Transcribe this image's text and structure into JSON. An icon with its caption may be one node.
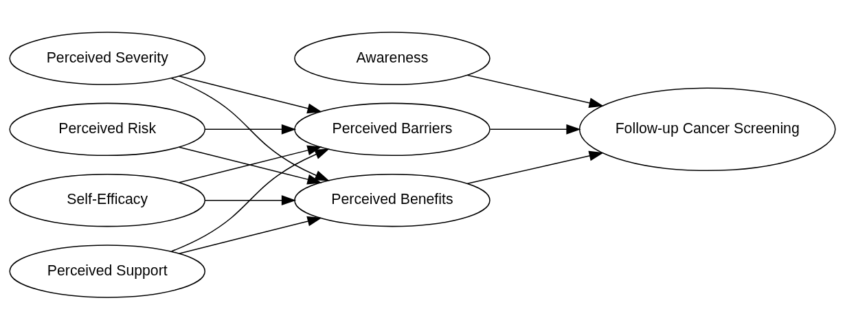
{
  "diagram": {
    "nodes": [
      {
        "text": [
          "Self-Efficacy"
        ]
      },
      {
        "text": [
          "Perceived Support"
        ]
      },
      {
        "text": [
          "Perceived Severity"
        ]
      },
      {
        "text": [
          "Perceived Risk"
        ]
      },
      {
        "text": [
          "Awareness"
        ]
      },
      {
        "text": [
          "Perceived Benefits"
        ]
      },
      {
        "text": [
          "Perceived Barriers"
        ]
      },
      {
        "text": [
          "Follow-up Cancer Screening"
        ]
      }
    ],
    "edges": [
      {
        "from": 0,
        "to": 5,
        "arrow": "to"
      },
      {
        "from": 0,
        "to": 6,
        "arrow": "to"
      },
      {
        "from": 1,
        "to": 5,
        "arrow": "to"
      },
      {
        "from": 1,
        "to": 6,
        "arrow": "to"
      },
      {
        "from": 2,
        "to": 5,
        "arrow": "to"
      },
      {
        "from": 2,
        "to": 6,
        "arrow": "to"
      },
      {
        "from": 3,
        "to": 5,
        "arrow": "to"
      },
      {
        "from": 3,
        "to": 6,
        "arrow": "to"
      },
      {
        "from": 5,
        "to": 7,
        "arrow": "to"
      },
      {
        "from": 6,
        "to": 7,
        "arrow": "to"
      },
      {
        "from": 4,
        "to": 7,
        "arrow": "to"
      }
    ]
  }
}
